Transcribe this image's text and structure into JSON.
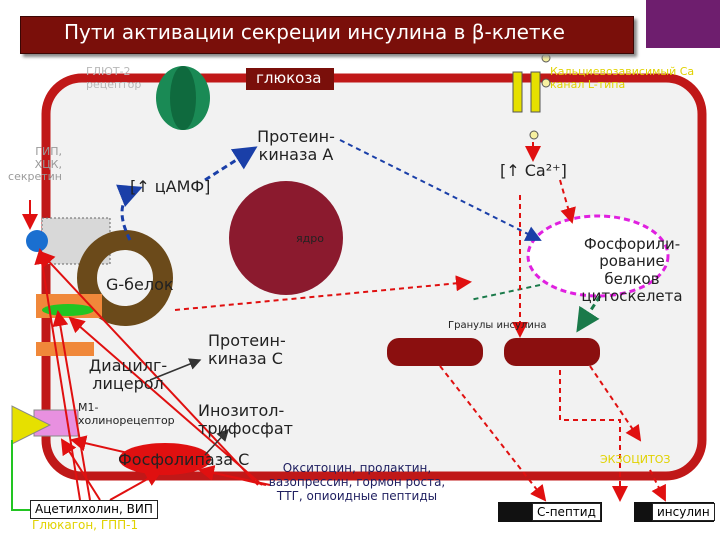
{
  "title": "Пути активации секреции инсулина в β-клетке",
  "labels": {
    "glut2": "ГЛЮТ-2\nрецептор",
    "glucose": "глюкоза",
    "ca_channel": "Кальциевозависимый Ca\nканал L-типа",
    "gip": "ГИП,\nХЦК,\nсекретин",
    "pka": "Протеин-\nкиназа А",
    "camp": "[↑ цАМФ]",
    "ca_conc": "[↑ Ca²⁺]",
    "nucleus": "ядро",
    "phosphorylation": "Фосфорили-\nрование\nбелков\nцитоскелета",
    "g_protein": "G-белок",
    "granules": "Гранулы инсулина",
    "pkc": "Протеин-\nкиназа С",
    "dag": "Диацилг-\nлицерол",
    "m1": "М1-\nхолинорецептор",
    "ip3": "Инозитол-\nтрифосфат",
    "plc": "Фосфолипаза С",
    "hormones": "Окситоцин, пролактин,\nвазопрессин, гормон роста,\nТТГ, опиоидные пептиды",
    "exocytosis": "ЭКЗОЦИТОЗ",
    "ach": "Ацетилхолин, ВИП",
    "glucagon": "Глюкагон, ГПП-1",
    "c_peptide": "С-пептид",
    "insulin": "инсулин"
  },
  "colors": {
    "title_bg": "#7a0f0a",
    "cell_wall": "#c01818",
    "cytoplasm": "#f2f2f2",
    "nucleus": "#8b1a2e",
    "g_protein": "#6b4a1a",
    "arrow_red": "#e01010",
    "arrow_blue": "#1a3fa8",
    "arrow_green": "#1a7a4a",
    "accent_purple": "#6e1e6e"
  },
  "icons": [
    "glut2-receptor-icon",
    "ca-channel-icon",
    "receptor-icon",
    "m1-receptor-icon",
    "granule-icon"
  ]
}
